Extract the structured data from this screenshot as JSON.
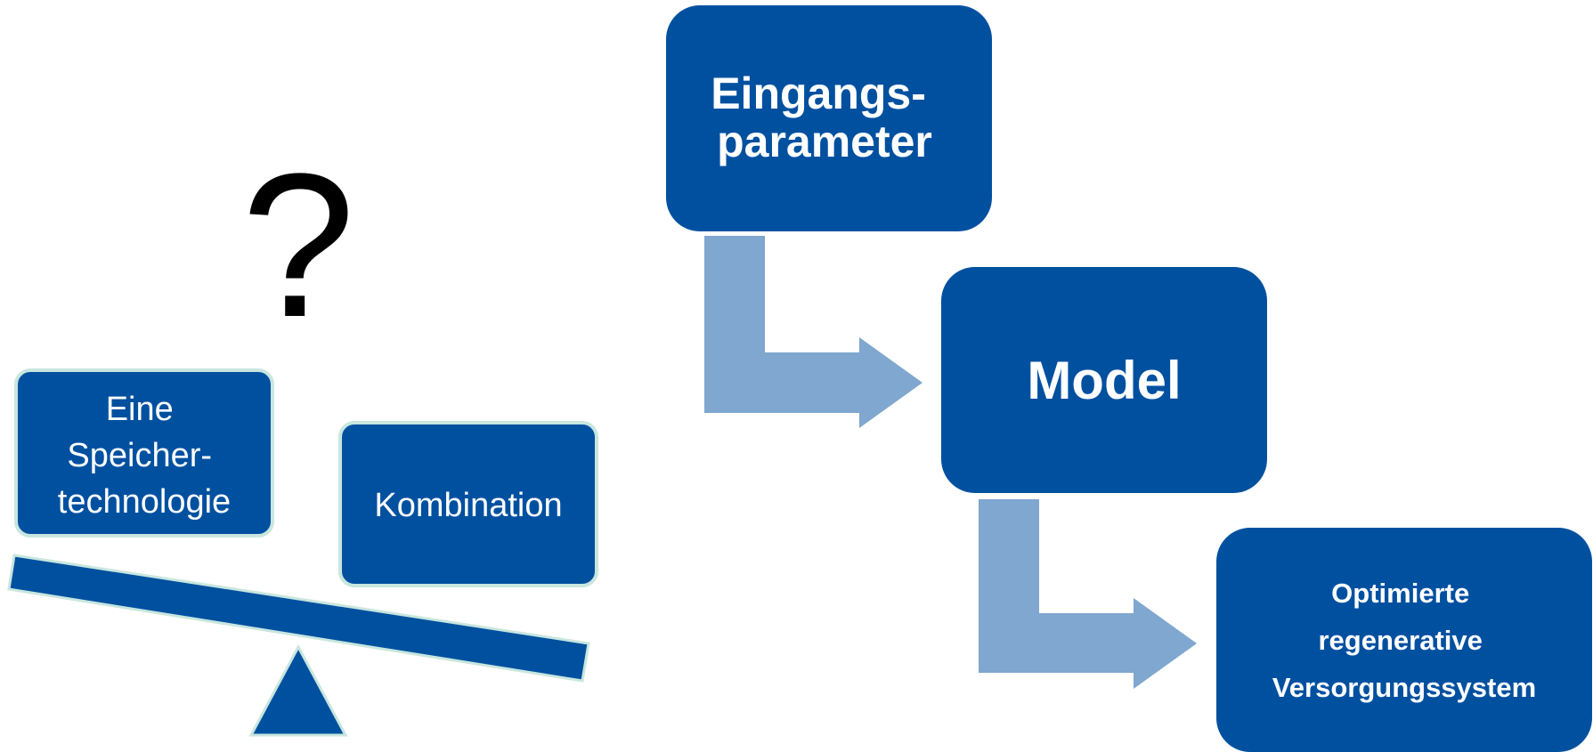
{
  "balance": {
    "question_mark": "?",
    "left_box": {
      "lines": [
        "Eine",
        "Speicher-",
        "technologie"
      ]
    },
    "right_box": {
      "label": "Kombination"
    }
  },
  "flow": {
    "input_box": {
      "lines": [
        "Eingangs-",
        "parameter"
      ]
    },
    "model_box": {
      "label": "Model"
    },
    "output_box": {
      "lines": [
        "Optimierte",
        "regenerative",
        "Versorgungssystem"
      ]
    }
  },
  "colors": {
    "box_fill": "#0050A0",
    "box_border": "#C8E6DF",
    "arrow_fill": "#7FA7CF",
    "beam_fill": "#0050A0",
    "text_light": "#FFFFFF",
    "text_dark": "#000000"
  }
}
